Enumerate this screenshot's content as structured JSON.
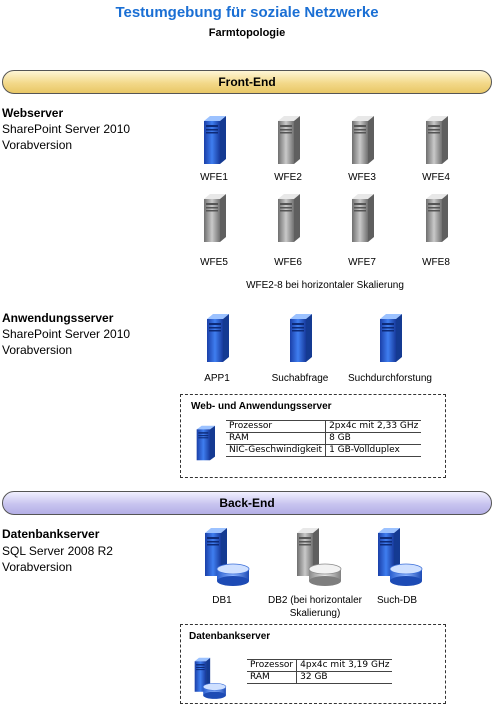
{
  "header": {
    "title": "Testumgebung für soziale Netzwerke",
    "subtitle": "Farmtopologie"
  },
  "bands": {
    "front": "Front-End",
    "back": "Back-End"
  },
  "webservers": {
    "title": "Webserver",
    "line1": "SharePoint Server 2010",
    "line2": "Vorabversion",
    "nodes": [
      "WFE1",
      "WFE2",
      "WFE3",
      "WFE4",
      "WFE5",
      "WFE6",
      "WFE7",
      "WFE8"
    ],
    "note": "WFE2-8 bei horizontaler Skalierung"
  },
  "appservers": {
    "title": "Anwendungsserver",
    "line1": "SharePoint Server 2010",
    "line2": "Vorabversion",
    "nodes": [
      "APP1",
      "Suchabfrage",
      "Suchdurchforstung"
    ]
  },
  "web_app_spec": {
    "title": "Web- und Anwendungsserver",
    "rows": [
      [
        "Prozessor",
        "2px4c mit 2,33 GHz"
      ],
      [
        "RAM",
        "8 GB"
      ],
      [
        "NIC-Geschwindigkeit",
        "1 GB-Vollduplex"
      ]
    ]
  },
  "dbservers": {
    "title": "Datenbankserver",
    "line1": "SQL Server 2008 R2",
    "line2": "Vorabversion",
    "nodes": [
      "DB1",
      "DB2 (bei horizontaler Skalierung)",
      "Such-DB"
    ]
  },
  "db_spec": {
    "title": "Datenbankserver",
    "rows": [
      [
        "Prozessor",
        "4px4c mit 3,19 GHz"
      ],
      [
        "RAM",
        "32 GB"
      ]
    ]
  },
  "colors": {
    "title": "#1a6fd4",
    "server_active": "#1f5fd0",
    "server_inactive": "#9a9a9a",
    "front_band": "#f3d98a",
    "back_band": "#c8c4ef"
  },
  "icons": {
    "server": "server-tower-icon",
    "database": "database-cylinder-icon"
  }
}
